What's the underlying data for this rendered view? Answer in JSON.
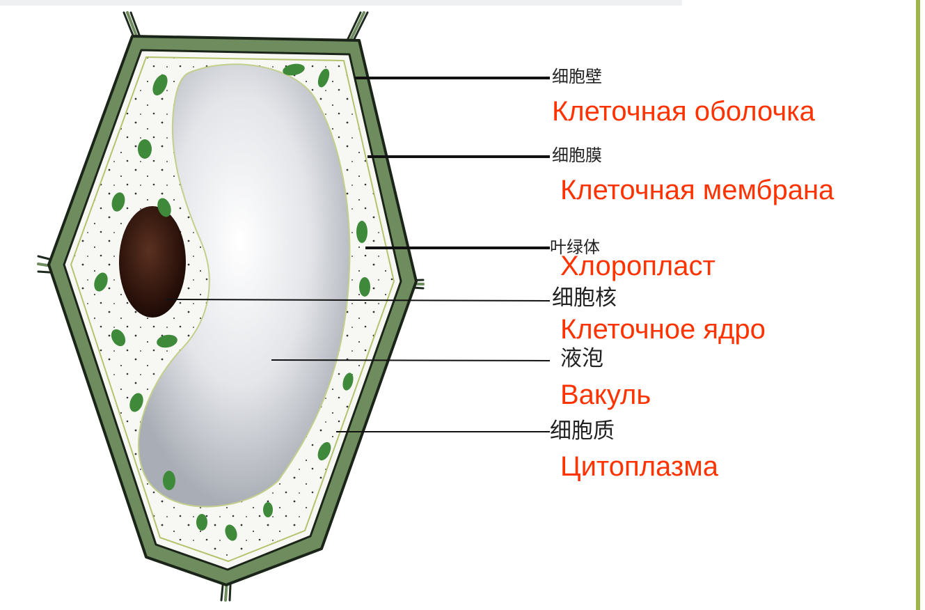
{
  "labels": {
    "cell_wall": {
      "zh": "细胞壁",
      "ru": "Клеточная оболочка"
    },
    "cell_membrane": {
      "zh": "细胞膜",
      "ru": "Клеточная мембрана"
    },
    "chloroplast": {
      "zh": "叶绿体",
      "ru": "Хлоропласт"
    },
    "nucleus": {
      "zh": "细胞核",
      "ru": "Клеточное ядро"
    },
    "vacuole": {
      "zh": "液泡",
      "ru": "Вакуль"
    },
    "cytoplasm": {
      "zh": "细胞质",
      "ru": "Цитоплазма"
    }
  },
  "colors": {
    "label_translation": "#ff3300",
    "cell_wall": "#4a6a3a",
    "chloroplast": "#3f8a3a",
    "nucleus": "#3a1a10",
    "vacuole": "#c9ccd2",
    "slide_border": "#9fb44e"
  }
}
